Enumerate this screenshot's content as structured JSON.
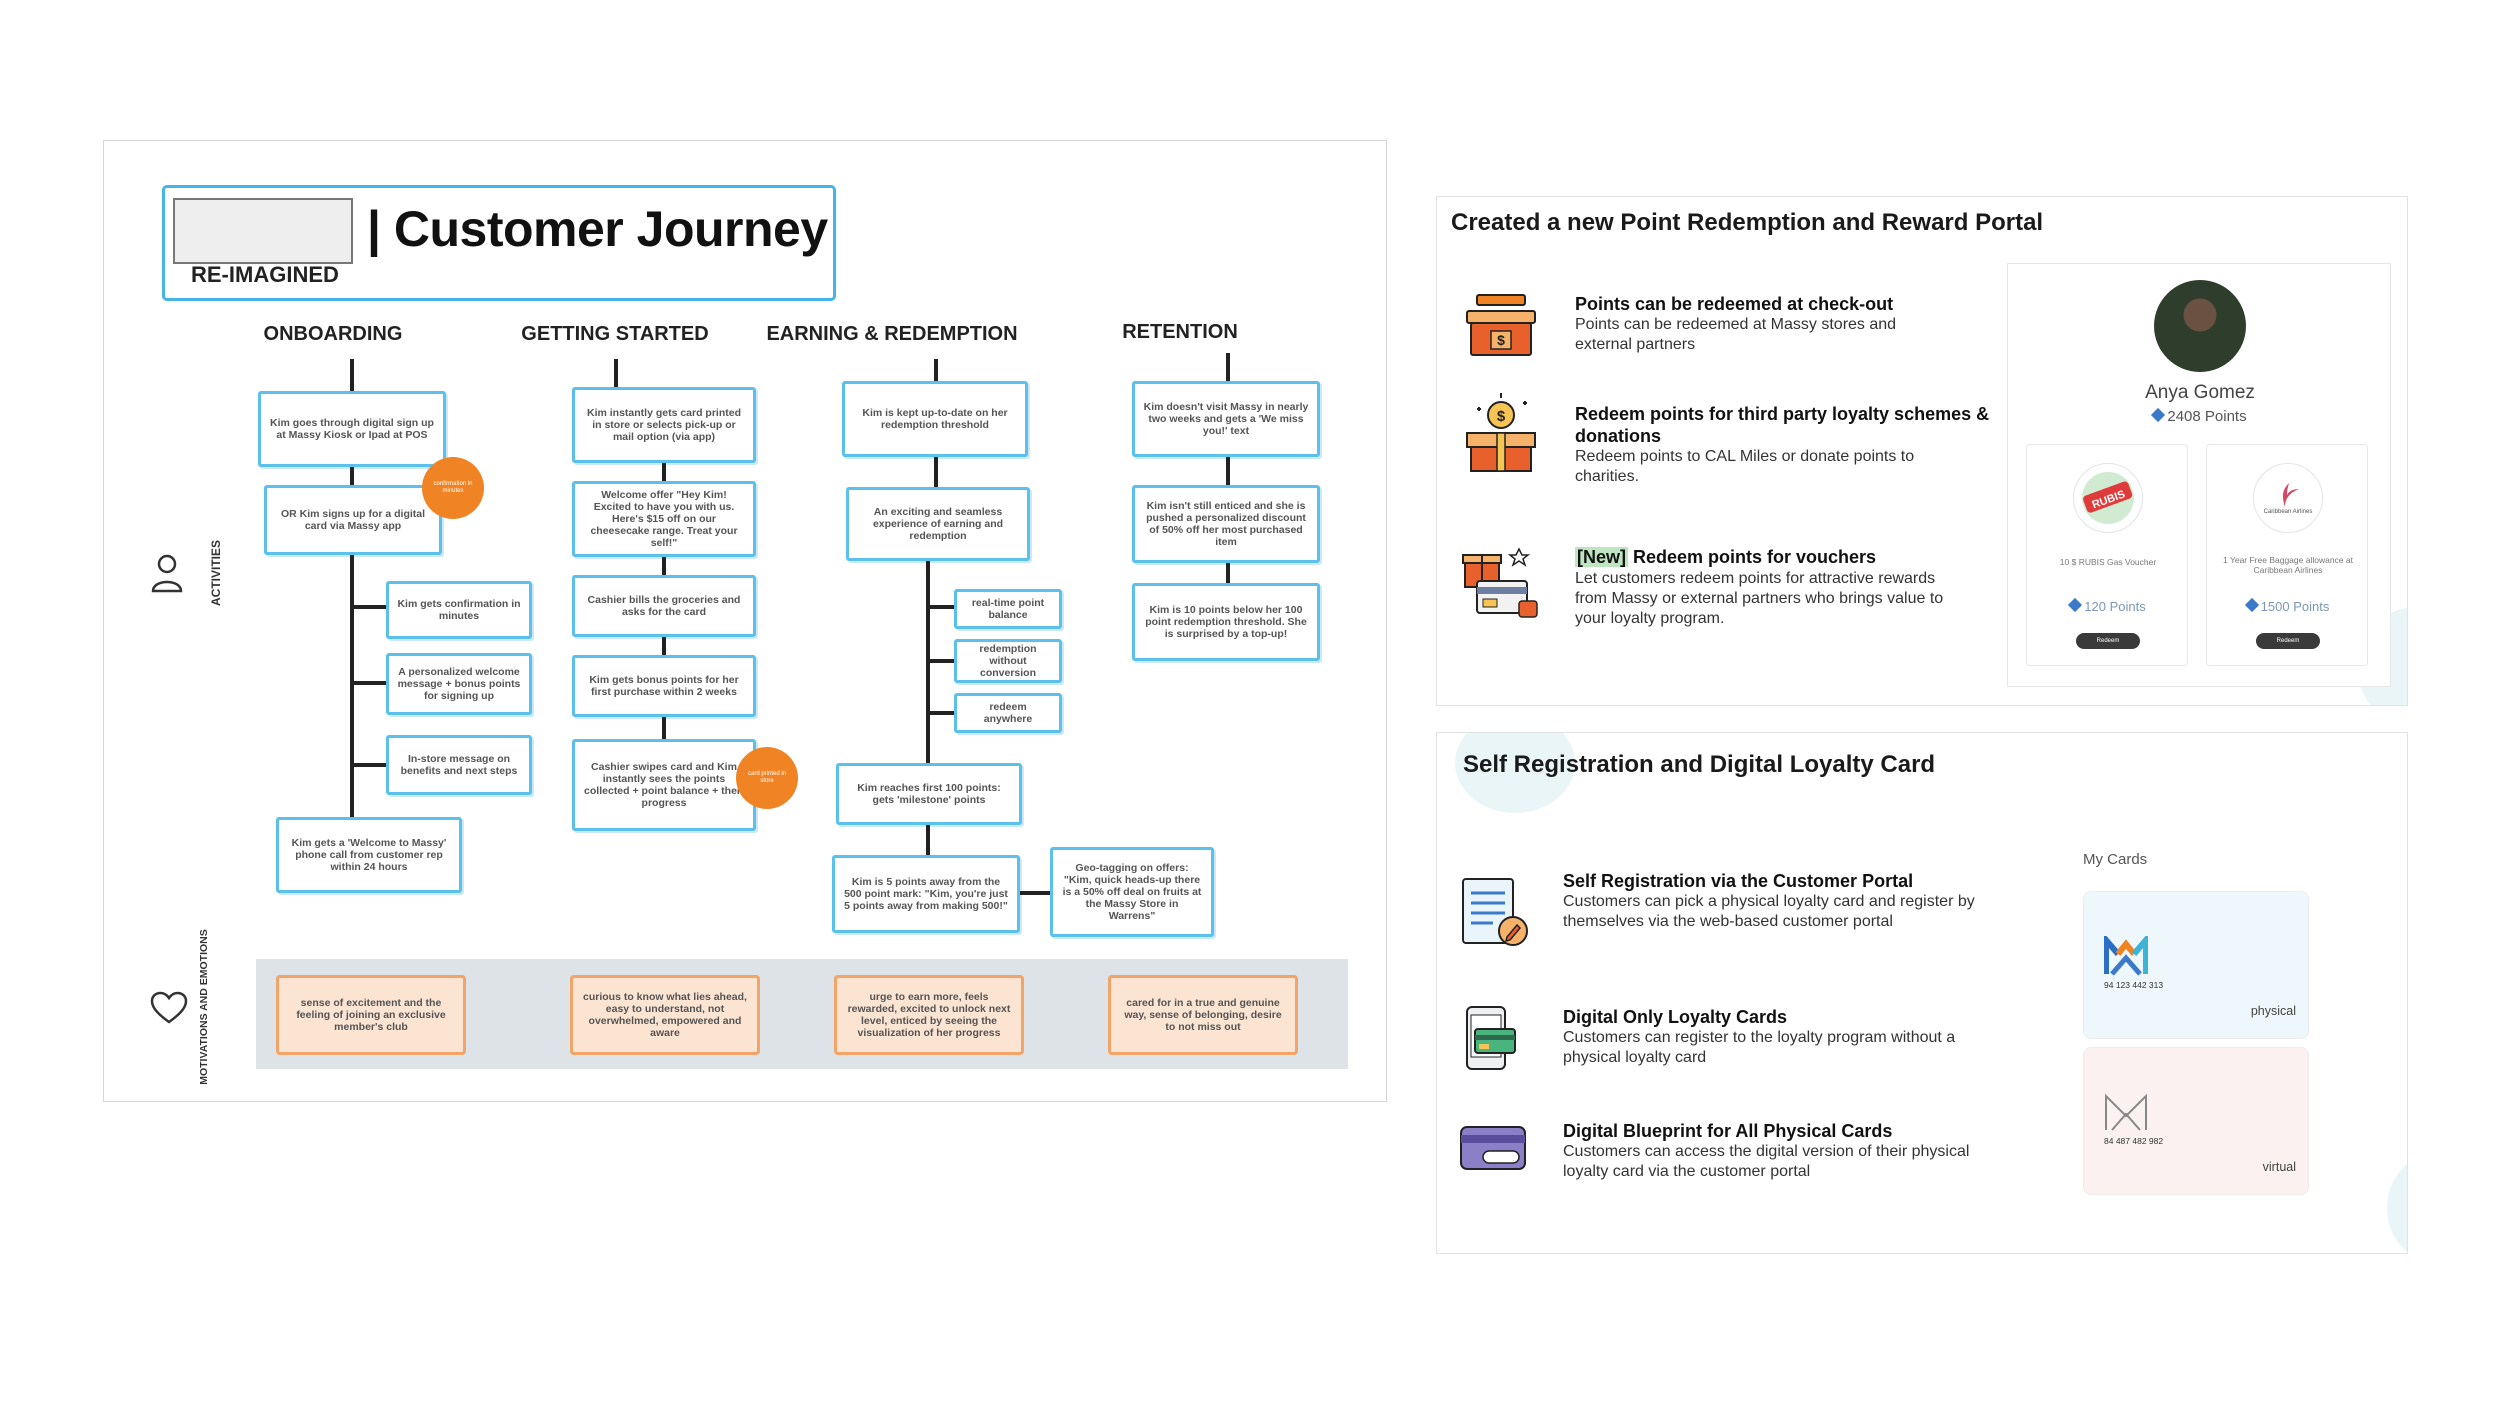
{
  "journey": {
    "title": "Customer Journey",
    "subtitle": "RE-IMAGINED",
    "phases": [
      "ONBOARDING",
      "GETTING STARTED",
      "EARNING & REDEMPTION",
      "RETENTION"
    ],
    "row_labels": {
      "activities": "ACTIVITIES",
      "motivations": "MOTIVATIONS AND EMOTIONS"
    },
    "onboarding": [
      "Kim goes through digital sign up at Massy Kiosk or Ipad at POS",
      "OR Kim signs up for a digital card via Massy app",
      "Kim gets confirmation in minutes",
      "A personalized welcome message + bonus points for signing up",
      "In-store message on benefits and next steps",
      "Kim gets a 'Welcome to Massy' phone call from customer rep within 24 hours"
    ],
    "getting_started": [
      "Kim instantly gets card printed in store or selects pick-up or mail option (via app)",
      "Welcome offer \"Hey Kim! Excited to have you with us. Here's $15 off on our cheesecake range. Treat your self!\"",
      "Cashier bills the groceries and asks for the card",
      "Kim gets bonus points for her first purchase within 2 weeks",
      "Cashier swipes card and Kim instantly sees the points collected + point balance + their progress"
    ],
    "earning": [
      "Kim is kept up-to-date on her redemption threshold",
      "An exciting and seamless experience of earning and redemption",
      "real-time point balance",
      "redemption without conversion",
      "redeem anywhere",
      "Kim reaches first 100 points: gets 'milestone' points",
      "Kim is 5 points away from the 500 point mark: \"Kim, you're just 5 points away from making 500!\"",
      "Geo-tagging on offers: \"Kim, quick heads-up there is a 50% off deal on fruits at the Massy Store in Warrens\""
    ],
    "retention": [
      "Kim doesn't visit Massy in nearly two weeks and gets a 'We miss you!' text",
      "Kim isn't still enticed and she is pushed a personalized discount of 50% off her most purchased item",
      "Kim is 10 points below her 100 point redemption threshold. She is surprised by a top-up!"
    ],
    "bubbles": [
      "confirmation in minutes",
      "card printed in store"
    ],
    "emotions": [
      "sense of excitement and the feeling of joining an exclusive member's club",
      "curious to know what lies ahead, easy to understand, not overwhelmed, empowered and aware",
      "urge to earn more, feels rewarded, excited to unlock next level, enticed by seeing the visualization of her progress",
      "cared for in a true and genuine way, sense of belonging, desire to not miss out"
    ]
  },
  "portal": {
    "title": "Created a new Point Redemption and Reward Portal",
    "features": [
      {
        "icon": "register-icon",
        "title": "Points can be redeemed at check-out",
        "desc": "Points can be redeemed at Massy stores and external partners"
      },
      {
        "icon": "gift-coin-icon",
        "title": "Redeem points for third party loyalty schemes & donations",
        "desc": "Redeem points to CAL Miles or donate points to charities."
      },
      {
        "icon": "voucher-icon",
        "new_tag": "[New]",
        "title": "Redeem points for vouchers",
        "desc": "Let customers redeem points for attractive rewards from Massy or external partners who brings value to your loyalty program."
      }
    ],
    "profile": {
      "name": "Anya Gomez",
      "points": "2408 Points",
      "vouchers": [
        {
          "logo": "RUBIS",
          "name": "10 $ RUBIS Gas Voucher",
          "points": "120 Points",
          "button": "Redeem"
        },
        {
          "logo": "Caribbean Airlines",
          "name": "1 Year Free Baggage allowance at Caribbean Airlines",
          "points": "1500 Points",
          "button": "Redeem"
        }
      ]
    }
  },
  "registration": {
    "title": "Self Registration and Digital Loyalty Card",
    "features": [
      {
        "icon": "form-pencil-icon",
        "title": "Self Registration via the Customer Portal",
        "desc": "Customers can pick a physical loyalty card and register by themselves via the web-based customer portal"
      },
      {
        "icon": "phone-card-icon",
        "title": "Digital Only Loyalty Cards",
        "desc": "Customers can register to the loyalty program without a physical loyalty card"
      },
      {
        "icon": "card-icon",
        "title": "Digital Blueprint for All Physical Cards",
        "desc": "Customers can access the digital version of their physical loyalty card via the customer portal"
      }
    ],
    "cards_header": "My Cards",
    "cards": [
      {
        "number": "94 123 442 313",
        "type": "physical"
      },
      {
        "number": "84 487 482 982",
        "type": "virtual"
      }
    ]
  },
  "colors": {
    "node_border": "#5cc0ec",
    "bubble": "#f08424",
    "emotion_border": "#f3a468",
    "accent_blue": "#3a7ac8",
    "new_tag": "#bde6c0"
  }
}
